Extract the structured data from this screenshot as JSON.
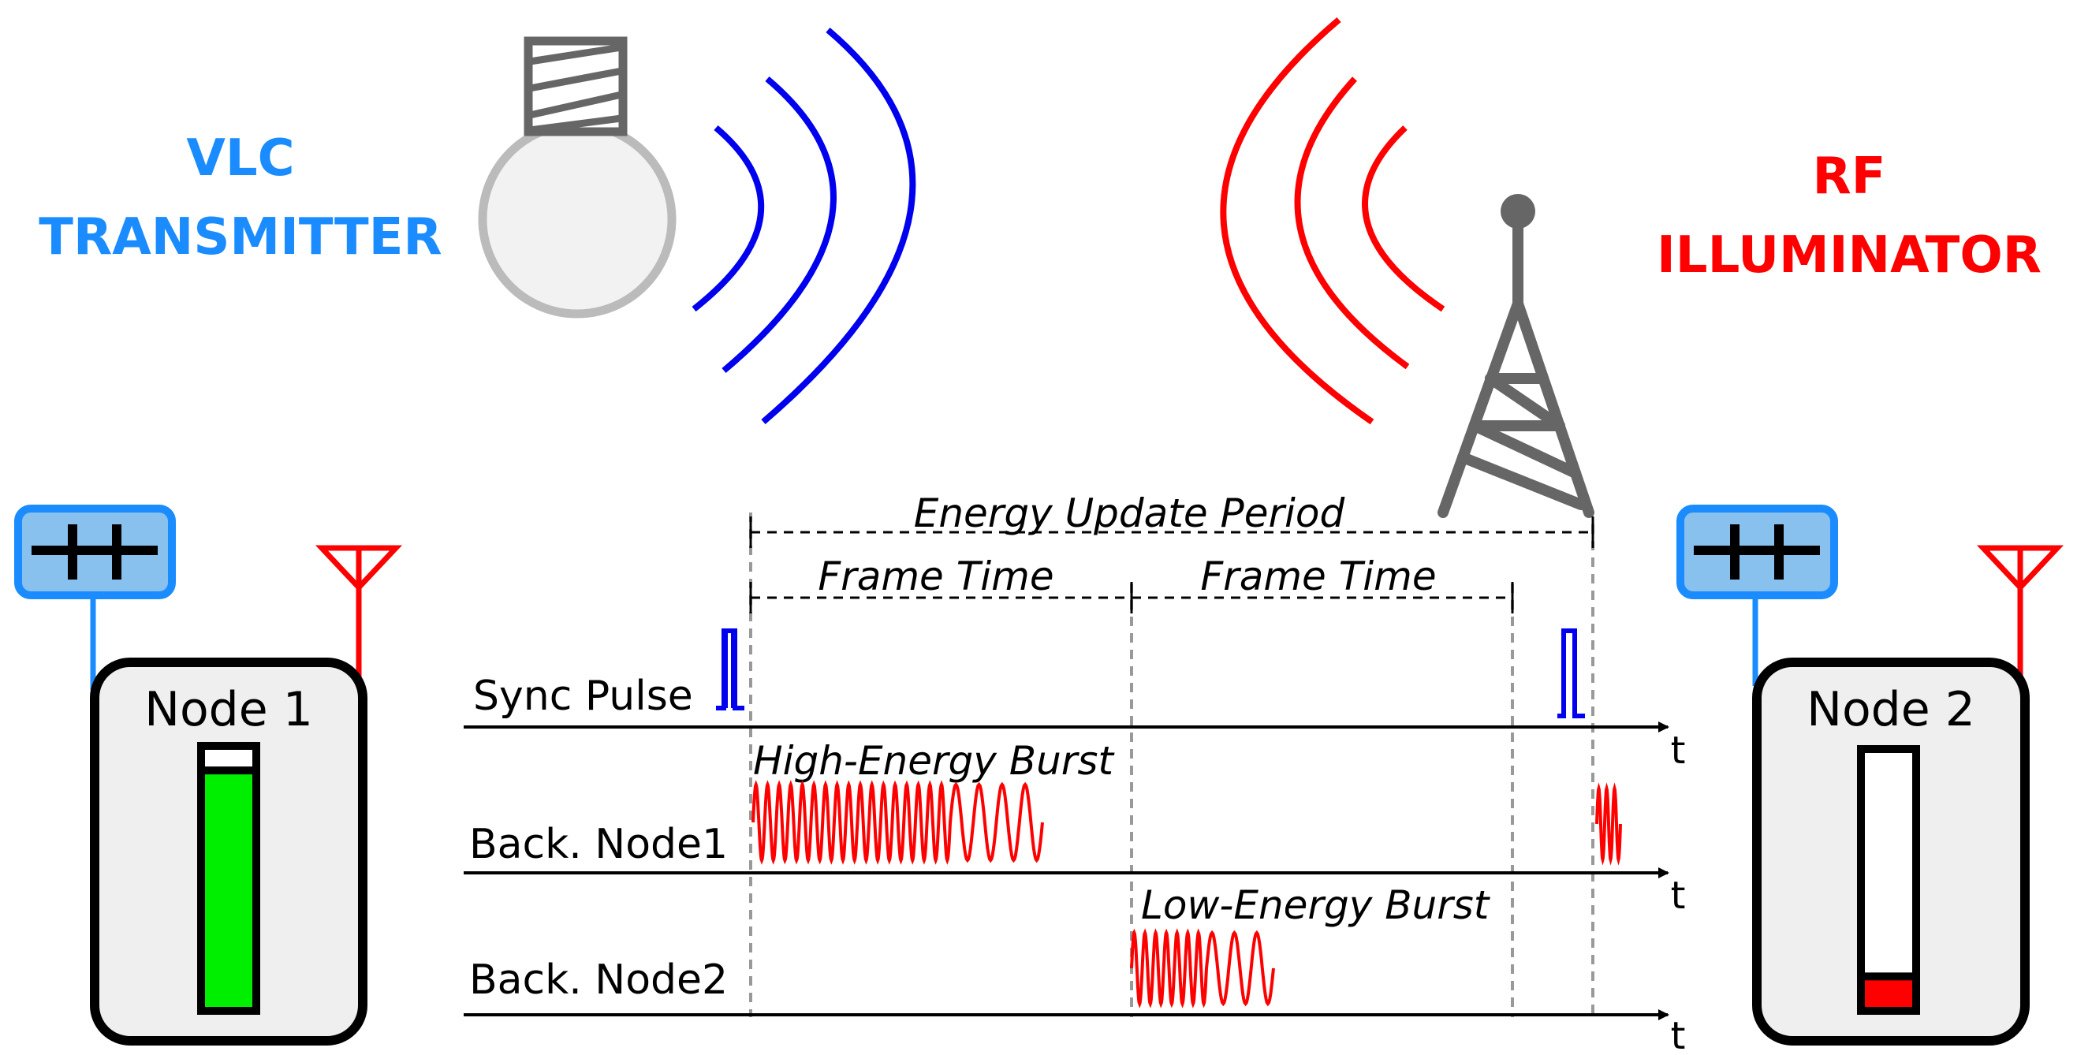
{
  "vlc": {
    "line1": "VLC",
    "line2": "TRANSMITTER",
    "color": "#1a8cff"
  },
  "rf": {
    "line1": "RF",
    "line2": "ILLUMINATOR",
    "color": "#ff0000"
  },
  "node1": {
    "label": "Node 1",
    "battery_level": 0.92,
    "battery_color": "#00ee00"
  },
  "node2": {
    "label": "Node 2",
    "battery_level": 0.12,
    "battery_color": "#ff0000"
  },
  "timing": {
    "energy_update_period": "Energy Update Period",
    "frame_time_1": "Frame Time",
    "frame_time_2": "Frame Time",
    "high_burst": "High-Energy Burst",
    "low_burst": "Low-Energy Burst"
  },
  "rows": {
    "sync": "Sync Pulse",
    "back1": "Back. Node1",
    "back2": "Back. Node2",
    "axis_t1": "t",
    "axis_t2": "t",
    "axis_t3": "t"
  },
  "colors": {
    "vlc_wave": "#0000ee",
    "rf_wave": "#ff0000",
    "icon_gray": "#666666"
  }
}
